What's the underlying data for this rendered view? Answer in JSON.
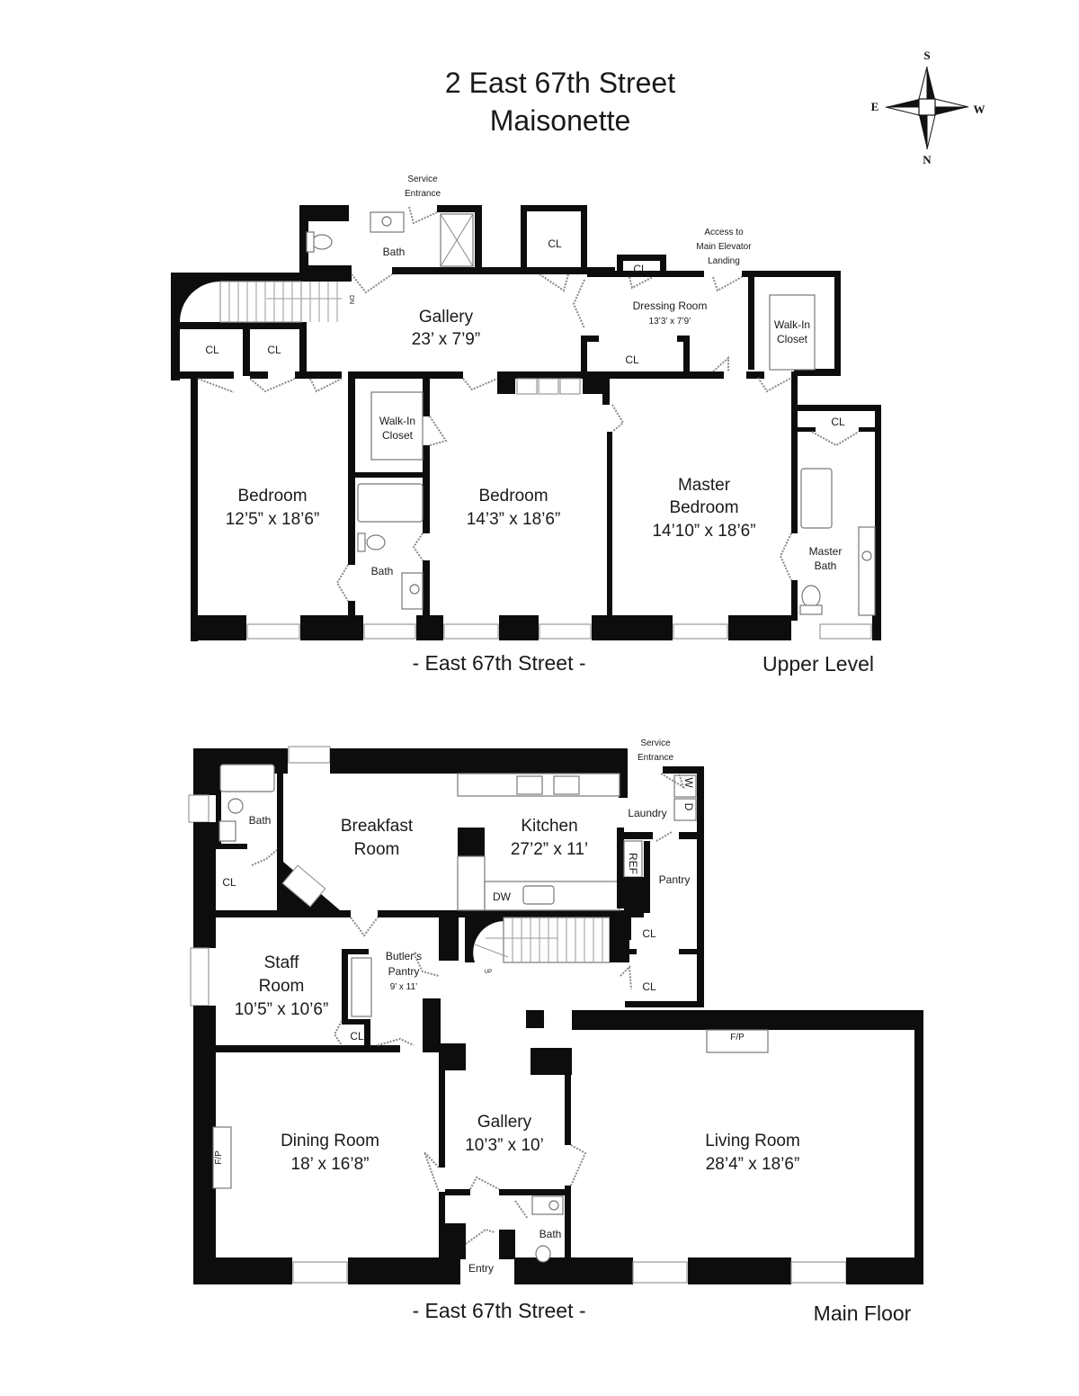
{
  "title": {
    "line1": "2 East 67th Street",
    "line2": "Maisonette"
  },
  "compass": {
    "top": "S",
    "bottom": "N",
    "left": "E",
    "right": "W"
  },
  "upper": {
    "level_label": "Upper Level",
    "street_label": "- East 67th Street -",
    "service_entrance": [
      "Service",
      "Entrance"
    ],
    "elevator_access": [
      "Access to",
      "Main Elevator",
      "Landing"
    ],
    "stair_label": "DN",
    "rooms": {
      "bath_top": "Bath",
      "cl_top": "CL",
      "gallery": {
        "name": "Gallery",
        "dims": "23’ x 7’9”"
      },
      "cl_left1": "CL",
      "cl_left2": "CL",
      "dressing": {
        "name": "Dressing Room",
        "dims": "13’3’ x 7’9’"
      },
      "dressing_cl_top": "CL",
      "dressing_cl_bottom": "CL",
      "walkin_right": [
        "Walk-In",
        "Closet"
      ],
      "bedroom1": {
        "name": "Bedroom",
        "dims": "12’5” x 18’6”"
      },
      "walkin_mid": [
        "Walk-In",
        "Closet"
      ],
      "bath_mid": "Bath",
      "bedroom2": {
        "name": "Bedroom",
        "dims": "14’3” x 18’6”"
      },
      "master": {
        "name1": "Master",
        "name2": "Bedroom",
        "dims": "14’10” x 18’6”"
      },
      "master_cl": "CL",
      "master_bath": [
        "Master",
        "Bath"
      ]
    }
  },
  "main": {
    "level_label": "Main Floor",
    "street_label": "- East 67th Street -",
    "service_entrance": [
      "Service",
      "Entrance"
    ],
    "stair_label": "UP",
    "rooms": {
      "bath_left": "Bath",
      "cl_left": "CL",
      "breakfast": {
        "name1": "Breakfast",
        "name2": "Room"
      },
      "kitchen": {
        "name": "Kitchen",
        "dims": "27’2” x 11’"
      },
      "dw": "DW",
      "ref": "REF",
      "laundry": "Laundry",
      "washer": "W",
      "dryer": "D",
      "pantry": "Pantry",
      "staff": {
        "name1": "Staff",
        "name2": "Room",
        "dims": "10’5” x 10’6”"
      },
      "staff_cl": "CL",
      "butler": {
        "name1": "Butler’s",
        "name2": "Pantry",
        "dims": "9’ x 11’"
      },
      "cl_right1": "CL",
      "cl_right2": "CL",
      "dining": {
        "name": "Dining Room",
        "dims": "18’ x 16’8”"
      },
      "dining_fp": "F/P",
      "gallery": {
        "name": "Gallery",
        "dims": "10’3” x 10’"
      },
      "living": {
        "name": "Living Room",
        "dims": "28’4” x 18’6”"
      },
      "living_fp": "F/P",
      "entry": "Entry",
      "bath_entry": "Bath"
    }
  }
}
